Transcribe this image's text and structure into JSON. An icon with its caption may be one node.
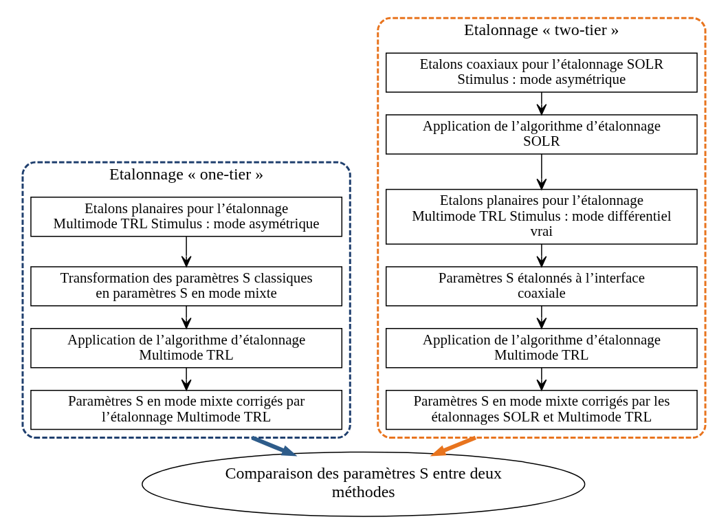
{
  "diagram": {
    "nodes": [
      {
        "text": [
          "Etalonnage « one-tier »"
        ]
      },
      {
        "text": [
          "Etalons planaires pour l’étalonnage Multimode TRL Stimulus : mode asymétrique"
        ],
        "in": 0
      },
      {
        "text": [
          "Transformation des paramètres S classiques en paramètres S en mode mixte"
        ],
        "in": 0
      },
      {
        "text": [
          "Application de l’algorithme d’étalonnage Multimode TRL"
        ],
        "in": 0
      },
      {
        "text": [
          "Paramètres S en mode mixte corrigés par l’étalonnage Multimode TRL"
        ],
        "in": 0
      },
      {
        "text": [
          "Etalonnage « two-tier »"
        ]
      },
      {
        "text": [
          "Etalons coaxiaux pour l’étalonnage SOLR Stimulus : mode asymétrique"
        ],
        "in": 5
      },
      {
        "text": [
          "Application de l’algorithme d’étalonnage SOLR"
        ],
        "in": 5
      },
      {
        "text": [
          "Etalons planaires pour l’étalonnage Multimode TRL Stimulus : mode différentiel vrai"
        ],
        "in": 5
      },
      {
        "text": [
          "Paramètres S étalonnés à l’interface coaxiale"
        ],
        "in": 5
      },
      {
        "text": [
          "Application de l’algorithme d’étalonnage Multimode TRL"
        ],
        "in": 5
      },
      {
        "text": [
          "Paramètres S en mode mixte corrigés par les étalonnages SOLR et Multimode TRL"
        ],
        "in": 5
      },
      {
        "text": [
          "Comparaison des paramètres S entre deux méthodes"
        ]
      }
    ],
    "edges": [
      {
        "from": 1,
        "to": 2,
        "arrow": "to"
      },
      {
        "from": 2,
        "to": 3,
        "arrow": "to"
      },
      {
        "from": 3,
        "to": 4,
        "arrow": "to"
      },
      {
        "from": 6,
        "to": 7,
        "arrow": "to"
      },
      {
        "from": 7,
        "to": 8,
        "arrow": "to"
      },
      {
        "from": 8,
        "to": 9,
        "arrow": "to"
      },
      {
        "from": 9,
        "to": 10,
        "arrow": "to"
      },
      {
        "from": 10,
        "to": 11,
        "arrow": "to"
      },
      {
        "from": 0,
        "to": 12,
        "arrow": "to",
        "style": "thick",
        "color": "#2e5c8a"
      },
      {
        "from": 5,
        "to": 12,
        "arrow": "to",
        "style": "thick",
        "color": "#e8741e"
      }
    ]
  }
}
